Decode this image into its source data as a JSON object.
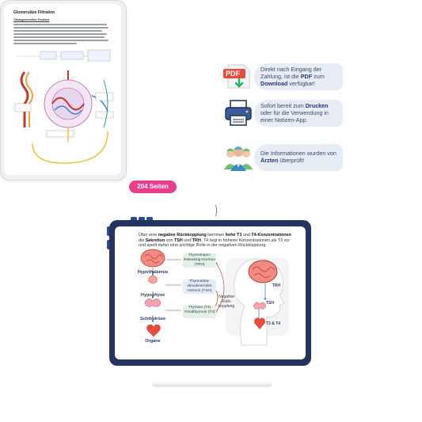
{
  "document_preview": {
    "title": "Glomeruläre Filtration",
    "subtitle": "Tubuloglomerulärer Feedback",
    "pages_badge": "204 Seiten"
  },
  "features": [
    {
      "icon": "pdf-download-icon",
      "pre": "Direkt nach Eingang der Zahlung, ist die ",
      "bold1": "PDF",
      "mid": " zum ",
      "bold2": "Download",
      "post": " verfügbar!"
    },
    {
      "icon": "printer-icon",
      "pre": "Sofort bereit zum ",
      "bold1": "Drucken",
      "mid": " oder für die Verwendung in einer Notizen-App.",
      "bold2": "",
      "post": ""
    },
    {
      "icon": "doctors-icon",
      "pre": "Die Informationen wurden von ",
      "bold1": "Ärzten",
      "mid": " überprüft!",
      "bold2": "",
      "post": ""
    }
  ],
  "pdf_icon_label": "PDF",
  "bottom_page": {
    "intro": {
      "p1": "Über eine ",
      "b1": "negative Rückkopplung",
      "p2": " hemmen ",
      "b2": "hohe T3",
      "p3": " und ",
      "b3": "T4-Konzentrationen",
      "p4": " die ",
      "b4": "Sekretion",
      "p5": " von ",
      "b5": "TSH",
      "p6": " und ",
      "b6": "TRH",
      "p7": ". T4 liegt in höherer Konzentrationen als T3 vor und spielt daher eine wichtige Rolle in der negativen Rückkopplung."
    },
    "organs": [
      "Hypothalamus",
      "Hypophyse",
      "Schilddrüse",
      "Organe"
    ],
    "hormones": [
      "Thyreotropin-Releasing-Hormon (TRH)",
      "Thyreoidea-stimulierendes Hormon (TSH)",
      "Thyroxin (T4) Triiodthyronin (T3)"
    ],
    "feedback_label": "Negative Rück-kopplung",
    "head_labels": [
      "TRH",
      "TSH",
      "T3 & T4"
    ]
  }
}
